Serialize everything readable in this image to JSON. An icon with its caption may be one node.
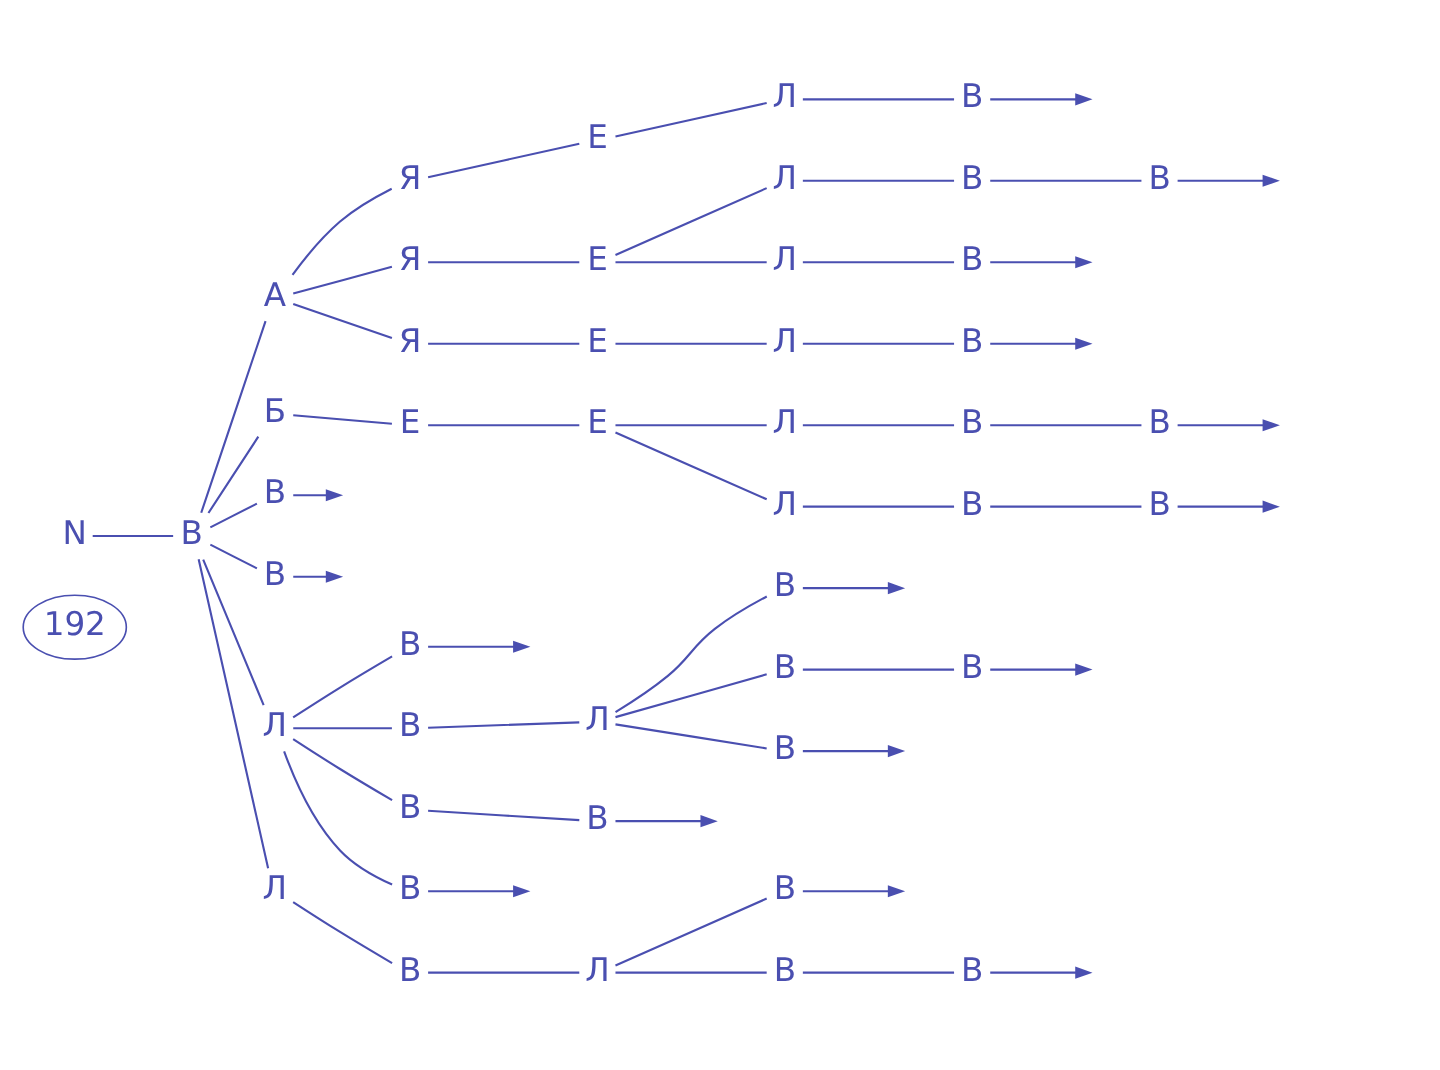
{
  "diagram": {
    "nodes": [
      {
        "text": [
          "192"
        ]
      },
      {
        "text": [
          "N"
        ]
      },
      {
        "text": [
          "В"
        ]
      },
      {
        "text": [
          "А"
        ]
      },
      {
        "text": [
          "Б"
        ]
      },
      {
        "text": [
          "В"
        ]
      },
      {
        "text": [
          "В"
        ]
      },
      {
        "text": [
          "Л"
        ]
      },
      {
        "text": [
          "Л"
        ]
      },
      {
        "text": [
          "Я"
        ]
      },
      {
        "text": [
          "Я"
        ]
      },
      {
        "text": [
          "Я"
        ]
      },
      {
        "text": [
          "Е"
        ]
      },
      {
        "text": [
          "В"
        ]
      },
      {
        "text": [
          "В"
        ]
      },
      {
        "text": [
          "В"
        ]
      },
      {
        "text": [
          "В"
        ]
      },
      {
        "text": [
          "В"
        ]
      },
      {
        "text": [
          "Е"
        ]
      },
      {
        "text": [
          "Е"
        ]
      },
      {
        "text": [
          "Е"
        ]
      },
      {
        "text": [
          "Е"
        ]
      },
      {
        "text": [
          "Л"
        ]
      },
      {
        "text": [
          "В"
        ]
      },
      {
        "text": [
          "Л"
        ]
      },
      {
        "text": [
          "Л"
        ]
      },
      {
        "text": [
          "Л"
        ]
      },
      {
        "text": [
          "Л"
        ]
      },
      {
        "text": [
          "Л"
        ]
      },
      {
        "text": [
          "Л"
        ]
      },
      {
        "text": [
          "Л"
        ]
      },
      {
        "text": [
          "В"
        ]
      },
      {
        "text": [
          "В"
        ]
      },
      {
        "text": [
          "В"
        ]
      },
      {
        "text": [
          "В"
        ]
      },
      {
        "text": [
          "В"
        ]
      },
      {
        "text": [
          "В"
        ]
      },
      {
        "text": [
          "В"
        ]
      },
      {
        "text": [
          "В"
        ]
      },
      {
        "text": [
          "В"
        ]
      },
      {
        "text": [
          "В"
        ]
      },
      {
        "text": [
          "В"
        ]
      },
      {
        "text": [
          "В"
        ]
      },
      {
        "text": [
          "В"
        ]
      },
      {
        "text": [
          "В"
        ]
      },
      {
        "text": [
          "В"
        ]
      },
      {
        "text": [
          "В"
        ]
      }
    ],
    "edges": [
      {
        "from": 1,
        "to": 2,
        "arrow": "none"
      },
      {
        "from": 2,
        "to": 3,
        "arrow": "none"
      },
      {
        "from": 2,
        "to": 4,
        "arrow": "none"
      },
      {
        "from": 2,
        "to": 5,
        "arrow": "none"
      },
      {
        "from": 2,
        "to": 6,
        "arrow": "none"
      },
      {
        "from": 2,
        "to": 7,
        "arrow": "none"
      },
      {
        "from": 2,
        "to": 8,
        "arrow": "none"
      },
      {
        "from": 5,
        "to": null,
        "arrow": "to"
      },
      {
        "from": 6,
        "to": null,
        "arrow": "to"
      },
      {
        "from": 3,
        "to": 9,
        "arrow": "none"
      },
      {
        "from": 3,
        "to": 10,
        "arrow": "none"
      },
      {
        "from": 3,
        "to": 11,
        "arrow": "none"
      },
      {
        "from": 4,
        "to": 12,
        "arrow": "none"
      },
      {
        "from": 7,
        "to": 13,
        "arrow": "none"
      },
      {
        "from": 7,
        "to": 14,
        "arrow": "none"
      },
      {
        "from": 7,
        "to": 15,
        "arrow": "none"
      },
      {
        "from": 7,
        "to": 16,
        "arrow": "none"
      },
      {
        "from": 8,
        "to": 17,
        "arrow": "none"
      },
      {
        "from": 13,
        "to": null,
        "arrow": "to"
      },
      {
        "from": 16,
        "to": null,
        "arrow": "to"
      },
      {
        "from": 9,
        "to": 18,
        "arrow": "none"
      },
      {
        "from": 10,
        "to": 19,
        "arrow": "none"
      },
      {
        "from": 11,
        "to": 20,
        "arrow": "none"
      },
      {
        "from": 12,
        "to": 21,
        "arrow": "none"
      },
      {
        "from": 14,
        "to": 22,
        "arrow": "none"
      },
      {
        "from": 15,
        "to": 23,
        "arrow": "none"
      },
      {
        "from": 23,
        "to": null,
        "arrow": "to"
      },
      {
        "from": 17,
        "to": 24,
        "arrow": "none"
      },
      {
        "from": 18,
        "to": 25,
        "arrow": "none"
      },
      {
        "from": 19,
        "to": 26,
        "arrow": "none"
      },
      {
        "from": 19,
        "to": 27,
        "arrow": "none"
      },
      {
        "from": 20,
        "to": 28,
        "arrow": "none"
      },
      {
        "from": 21,
        "to": 29,
        "arrow": "none"
      },
      {
        "from": 21,
        "to": 30,
        "arrow": "none"
      },
      {
        "from": 22,
        "to": 31,
        "arrow": "none"
      },
      {
        "from": 22,
        "to": 32,
        "arrow": "none"
      },
      {
        "from": 22,
        "to": 33,
        "arrow": "none"
      },
      {
        "from": 24,
        "to": 34,
        "arrow": "none"
      },
      {
        "from": 24,
        "to": 35,
        "arrow": "none"
      },
      {
        "from": 31,
        "to": null,
        "arrow": "to"
      },
      {
        "from": 33,
        "to": null,
        "arrow": "to"
      },
      {
        "from": 34,
        "to": null,
        "arrow": "to"
      },
      {
        "from": 25,
        "to": 36,
        "arrow": "none"
      },
      {
        "from": 26,
        "to": 37,
        "arrow": "none"
      },
      {
        "from": 27,
        "to": 38,
        "arrow": "none"
      },
      {
        "from": 28,
        "to": 39,
        "arrow": "none"
      },
      {
        "from": 29,
        "to": 40,
        "arrow": "none"
      },
      {
        "from": 30,
        "to": 41,
        "arrow": "none"
      },
      {
        "from": 32,
        "to": 42,
        "arrow": "none"
      },
      {
        "from": 35,
        "to": 43,
        "arrow": "none"
      },
      {
        "from": 36,
        "to": null,
        "arrow": "to"
      },
      {
        "from": 38,
        "to": null,
        "arrow": "to"
      },
      {
        "from": 39,
        "to": null,
        "arrow": "to"
      },
      {
        "from": 42,
        "to": null,
        "arrow": "to"
      },
      {
        "from": 43,
        "to": null,
        "arrow": "to"
      },
      {
        "from": 37,
        "to": 44,
        "arrow": "none"
      },
      {
        "from": 40,
        "to": 45,
        "arrow": "none"
      },
      {
        "from": 41,
        "to": 46,
        "arrow": "none"
      },
      {
        "from": 44,
        "to": null,
        "arrow": "to"
      },
      {
        "from": 45,
        "to": null,
        "arrow": "to"
      },
      {
        "from": 46,
        "to": null,
        "arrow": "to"
      }
    ]
  }
}
